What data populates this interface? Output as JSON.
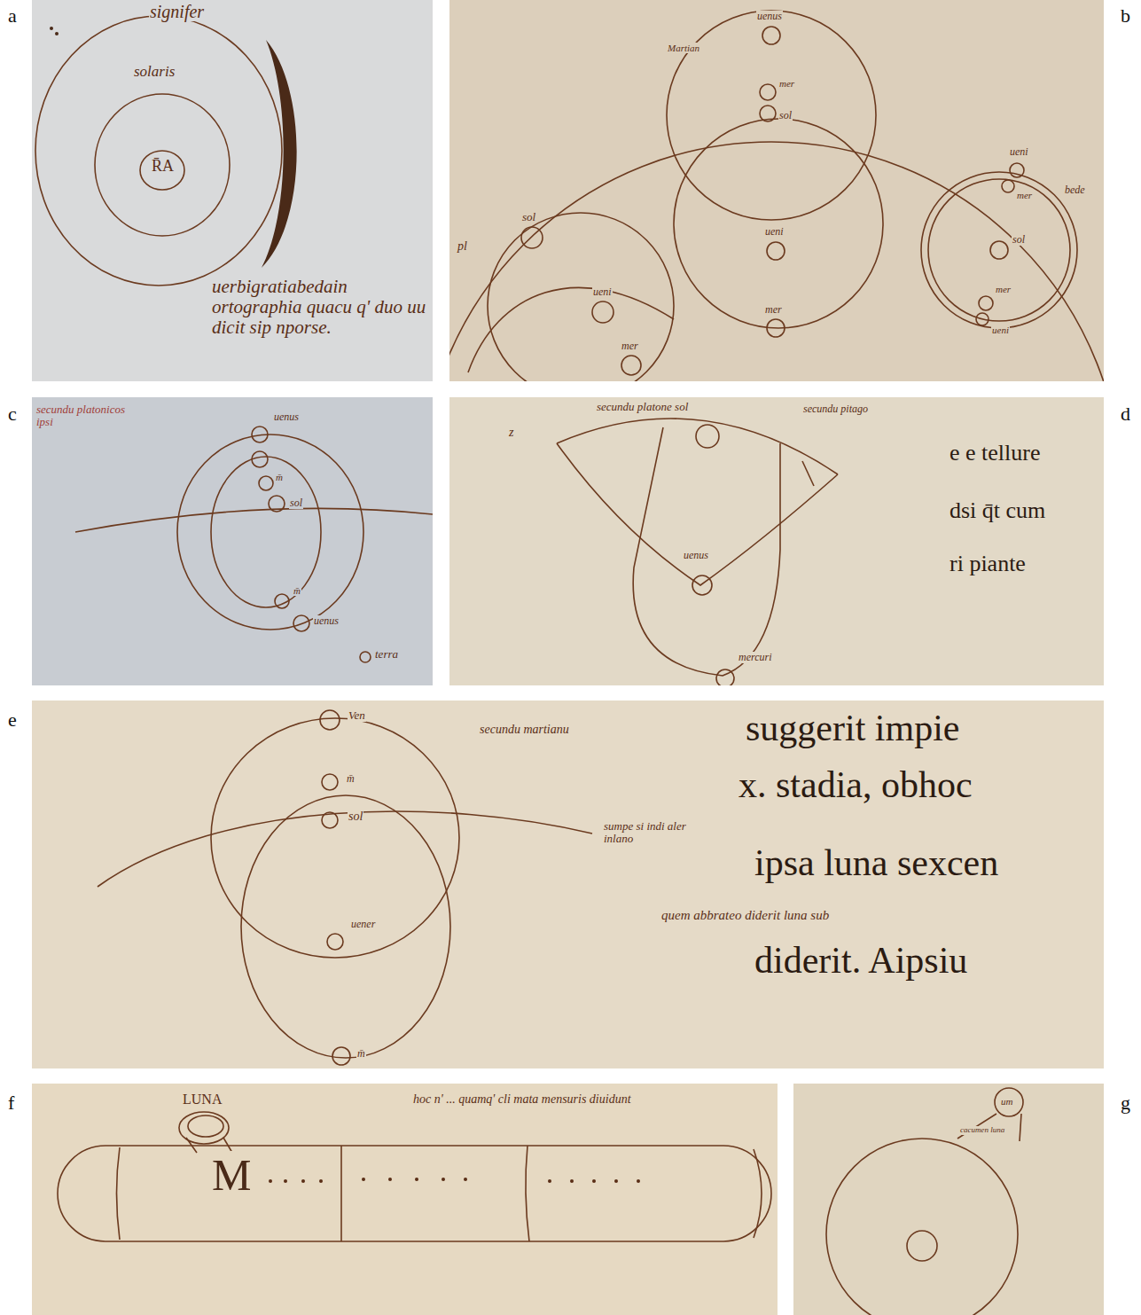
{
  "diagram": {
    "nodes": [
      {
        "text": [
          "a",
          "signifer",
          "solaris",
          "R̄A",
          "uerbigratiabedain ortographia quacu q' duo uu dicit sip nporse."
        ]
      },
      {
        "text": [
          "b",
          "Martian",
          "uenus",
          "mer",
          "sol",
          "ueni",
          "mer",
          "sol",
          "ueni",
          "mer",
          "pl",
          "ueni",
          "mer",
          "bede",
          "sol",
          "mer",
          "ueni"
        ]
      },
      {
        "text": [
          "c",
          "secundu platonicos ipsi",
          "uenus",
          "m̄",
          "sol",
          "m̄",
          "uenus",
          "terra"
        ]
      },
      {
        "text": [
          "d",
          "secundu platone sol",
          "secundu pitago",
          "z",
          "uenus",
          "mercuri",
          "e e tellure",
          "dsi q̄t cum",
          "ri piante"
        ]
      },
      {
        "text": [
          "e",
          "Ven",
          "secundu martianu",
          "m̄",
          "sol",
          "uener",
          "m̄",
          "sumpe si indi aler inlano",
          "suggerit impie",
          "x. stadia, obhoc",
          "ipsa luna sexcen",
          "quem abbrateo diderit luna sub",
          "diderit. Aipsiu"
        ]
      },
      {
        "text": [
          "f",
          "LUNA",
          "M",
          "hoc n' ... quamq' cli mata mensuris diuidunt"
        ]
      },
      {
        "text": [
          "g",
          "um",
          "cacumen luna"
        ]
      }
    ]
  }
}
